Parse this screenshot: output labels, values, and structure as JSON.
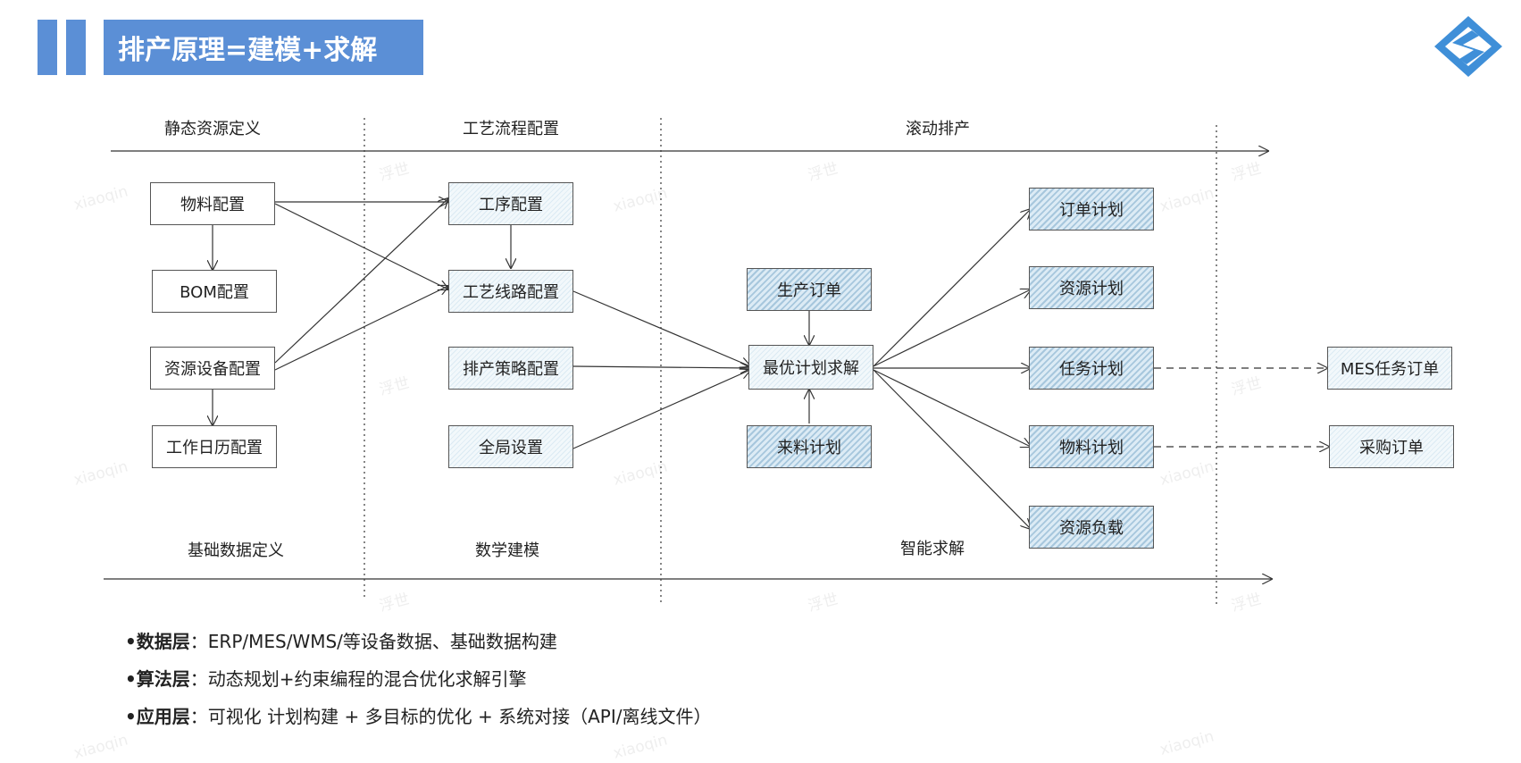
{
  "header": {
    "title": "排产原理=建模+求解"
  },
  "phases_top": [
    "静态资源定义",
    "工艺流程配置",
    "滚动排产"
  ],
  "phases_bottom": [
    "基础数据定义",
    "数学建模",
    "智能求解"
  ],
  "boxes": {
    "material_config": "物料配置",
    "bom_config": "BOM配置",
    "resource_equipment_config": "资源设备配置",
    "work_calendar_config": "工作日历配置",
    "process_config": "工序配置",
    "route_config": "工艺线路配置",
    "strategy_config": "排产策略配置",
    "global_settings": "全局设置",
    "production_order": "生产订单",
    "optimal_plan_solver": "最优计划求解",
    "incoming_material_plan": "来料计划",
    "order_plan": "订单计划",
    "resource_plan": "资源计划",
    "task_plan": "任务计划",
    "material_plan": "物料计划",
    "resource_load": "资源负载",
    "mes_task_order": "MES任务订单",
    "purchase_order": "采购订单"
  },
  "bullets": [
    {
      "term": "•数据层",
      "text": "：ERP/MES/WMS/等设备数据、基础数据构建"
    },
    {
      "term": "•算法层",
      "text": "：动态规划+约束编程的混合优化求解引擎"
    },
    {
      "term": "•应用层",
      "text": "：可视化 计划构建 + 多目标的优化 + 系统对接（API/离线文件）"
    }
  ],
  "watermarks": [
    "xiaoqin",
    "浮世"
  ],
  "colors": {
    "accent": "#5b8fd6",
    "box_fill": "#dcebf5"
  },
  "icons": {
    "logo": "brand-logo-icon"
  }
}
